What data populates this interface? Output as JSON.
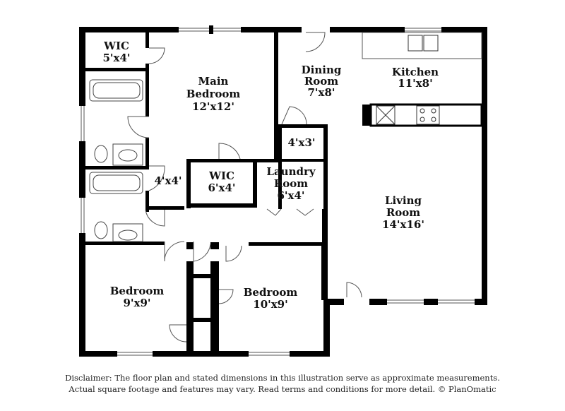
{
  "rooms": {
    "wic_small": {
      "name": "WIC",
      "size": "5'x4'"
    },
    "main_bedroom": {
      "name_line1": "Main",
      "name_line2": "Bedroom",
      "size": "12'x12'"
    },
    "dining_room": {
      "name_line1": "Dining",
      "name_line2": "Room",
      "size": "7'x8'"
    },
    "kitchen": {
      "name": "Kitchen",
      "size": "11'x8'"
    },
    "closet_4x3": {
      "size": "4'x3'"
    },
    "hall_4x4": {
      "size": "4'x4'"
    },
    "wic_main": {
      "name": "WIC",
      "size": "6'x4'"
    },
    "laundry_room": {
      "name_line1": "Laundry",
      "name_line2": "Room",
      "size": "6'x4'"
    },
    "living_room": {
      "name_line1": "Living",
      "name_line2": "Room",
      "size": "14'x16'"
    },
    "bedroom_left": {
      "name": "Bedroom",
      "size": "9'x9'"
    },
    "bedroom_right": {
      "name": "Bedroom",
      "size": "10'x9'"
    }
  },
  "disclaimer": {
    "line1": "Disclaimer: The floor plan and stated dimensions in this illustration serve as approximate measurements.",
    "line2": "Actual square footage and features may vary. Read terms and conditions for more detail. © PlanOmatic"
  }
}
